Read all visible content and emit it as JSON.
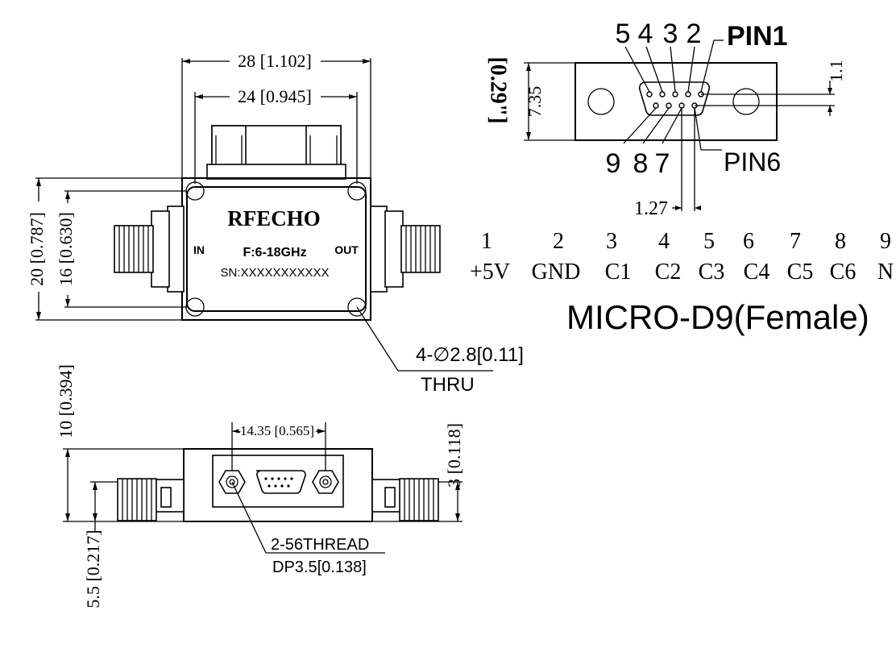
{
  "top_view": {
    "dim_width_outer": "28 [1.102]",
    "dim_width_inner": "24 [0.945]",
    "dim_height_outer": "20 [0.787]",
    "dim_height_inner": "16 [0.630]",
    "brand": "RFECHO",
    "port_in": "IN",
    "port_out": "OUT",
    "frequency": "F:6-18GHz",
    "serial": "SN:XXXXXXXXXXX",
    "hole_note_line1": "4-∅2.8[0.11]",
    "hole_note_line2": "THRU"
  },
  "side_view": {
    "dim_height": "10 [0.394]",
    "dim_connector_spacing": "14.35 [0.565]",
    "dim_offset": "3 [0.118]",
    "dim_bottom": "5.5 [0.217]",
    "thread_note_line1": "2-56THREAD",
    "thread_note_line2": "DP3.5[0.138]"
  },
  "connector_view": {
    "dim_vertical_in": "[0.29\"]",
    "dim_vertical_mm": "7.35",
    "dim_pin_spacing_v": "1.1",
    "dim_pin_spacing_h": "1.27",
    "pin_labels_top": [
      "5",
      "4",
      "3",
      "2"
    ],
    "pin1_label": "PIN1",
    "pin_labels_bottom": [
      "9",
      "8",
      "7"
    ],
    "pin6_label": "PIN6"
  },
  "pin_table": {
    "numbers": [
      "1",
      "2",
      "3",
      "4",
      "5",
      "6",
      "7",
      "8",
      "9"
    ],
    "functions": [
      "+5V",
      "GND",
      "C1",
      "C2",
      "C3",
      "C4",
      "C5",
      "C6",
      "N"
    ]
  },
  "connector_name": "MICRO-D9(Female)"
}
